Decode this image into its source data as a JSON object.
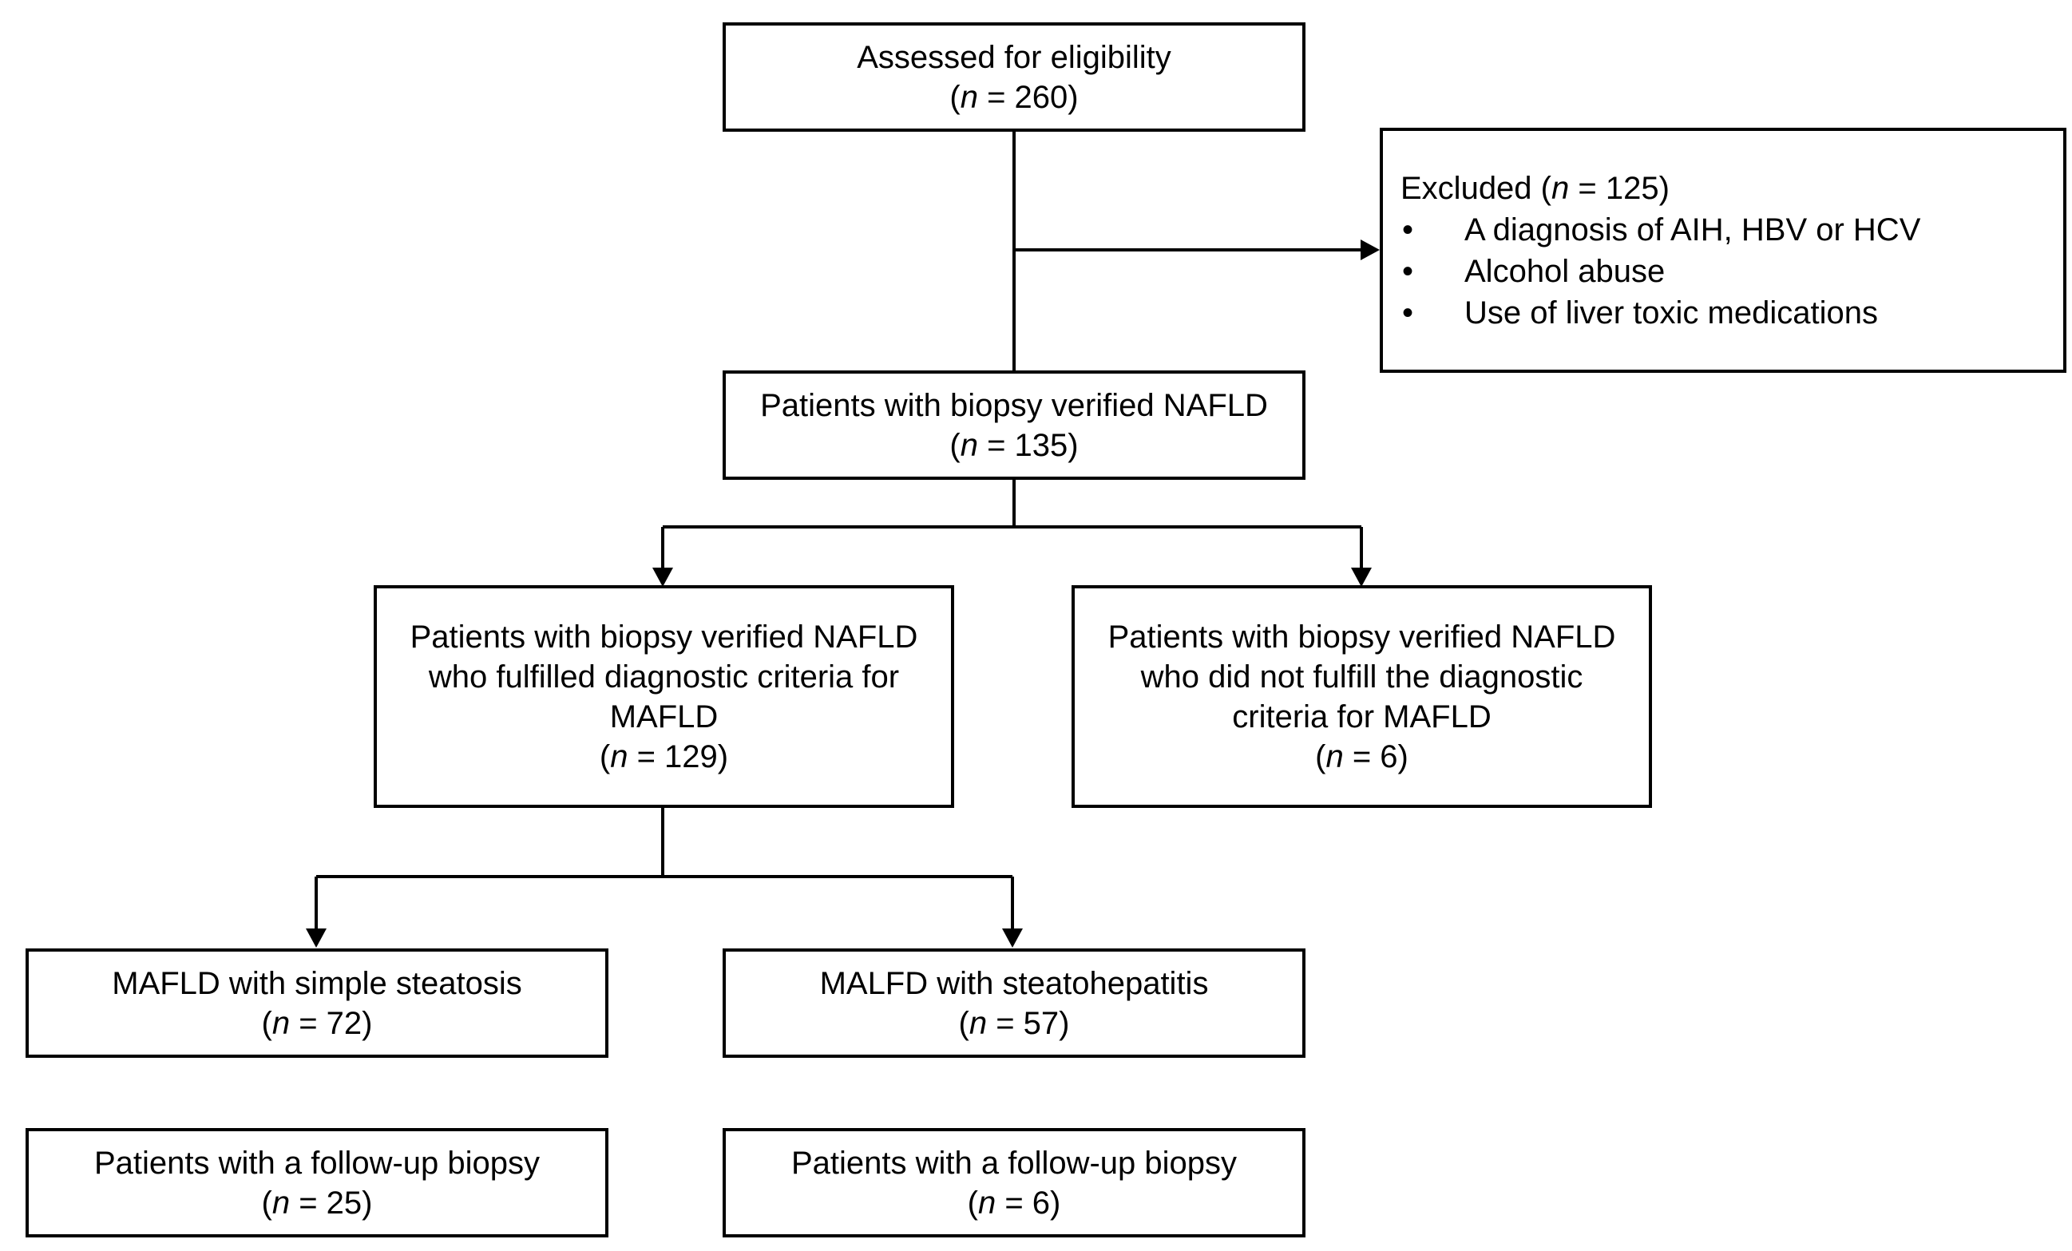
{
  "nodes": {
    "assessed": {
      "lines": [
        "Assessed for eligibility"
      ],
      "n": "260"
    },
    "excluded": {
      "title": "Excluded",
      "n": "125",
      "items": [
        "A diagnosis of AIH, HBV or HCV",
        "Alcohol abuse",
        "Use of liver toxic medications"
      ]
    },
    "verified": {
      "lines": [
        "Patients with biopsy verified NAFLD"
      ],
      "n": "135"
    },
    "fulfilled": {
      "lines": [
        "Patients with biopsy verified NAFLD",
        "who fulfilled diagnostic criteria for",
        "MAFLD"
      ],
      "n": "129"
    },
    "not_fulfilled": {
      "lines": [
        "Patients with biopsy verified NAFLD",
        "who did not fulfill the diagnostic",
        "criteria for MAFLD"
      ],
      "n": "6"
    },
    "simple": {
      "lines": [
        "MAFLD with simple steatosis"
      ],
      "n": "72"
    },
    "steato": {
      "lines": [
        "MALFD with steatohepatitis"
      ],
      "n": "57"
    },
    "followup_simple": {
      "lines": [
        "Patients with a follow-up biopsy"
      ],
      "n": "25"
    },
    "followup_steato": {
      "lines": [
        "Patients with a follow-up biopsy"
      ],
      "n": "6"
    }
  },
  "n_symbol": "n",
  "bullet_char": "•"
}
